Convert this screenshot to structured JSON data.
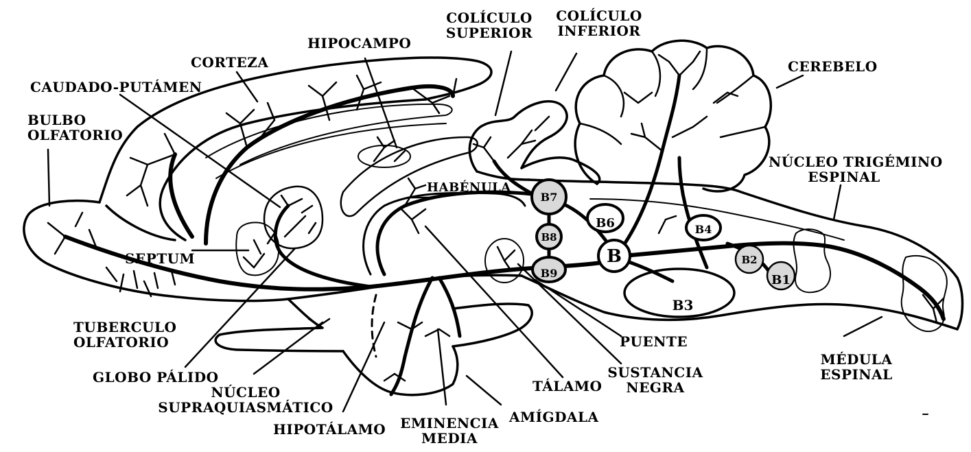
{
  "labels": {
    "corteza": "CORTEZA",
    "hipocampo": "HIPOCAMPO",
    "coliculo_superior_1": "COLÍCULO",
    "coliculo_superior_2": "SUPERIOR",
    "coliculo_inferior_1": "COLÍCULO",
    "coliculo_inferior_2": "INFERIOR",
    "cerebelo": "CEREBELO",
    "caudado_putamen": "CAUDADO-PUTÁMEN",
    "bulbo_olfatorio_1": "BULBO",
    "bulbo_olfatorio_2": "OLFATORIO",
    "nucleo_trigemino_1": "NÚCLEO TRIGÉMINO",
    "nucleo_trigemino_2": "ESPINAL",
    "habenula": "HABÉNULA",
    "septum": "SEPTUM",
    "tuberculo_olfatorio_1": "TUBERCULO",
    "tuberculo_olfatorio_2": "OLFATORIO",
    "globo_palido": "GLOBO PÁLIDO",
    "nucleo_supraquiasmatico_1": "NÚCLEO",
    "nucleo_supraquiasmatico_2": "SUPRAQUIASMÁTICO",
    "hipotalamo": "HIPOTÁLAMO",
    "eminencia_media_1": "EMINENCIA",
    "eminencia_media_2": "MEDIA",
    "amigdala": "AMÍGDALA",
    "talamo": "TÁLAMO",
    "sustancia_negra_1": "SUSTANCIA",
    "sustancia_negra_2": "NEGRA",
    "puente": "PUENTE",
    "medula_espinal_1": "MÉDULA",
    "medula_espinal_2": "ESPINAL"
  },
  "nuclei": {
    "b7": "B7",
    "b6": "B6",
    "b8": "B8",
    "b": "B",
    "b9": "B9",
    "b4": "B4",
    "b2": "B2",
    "b1": "B1",
    "b3": "B3"
  }
}
